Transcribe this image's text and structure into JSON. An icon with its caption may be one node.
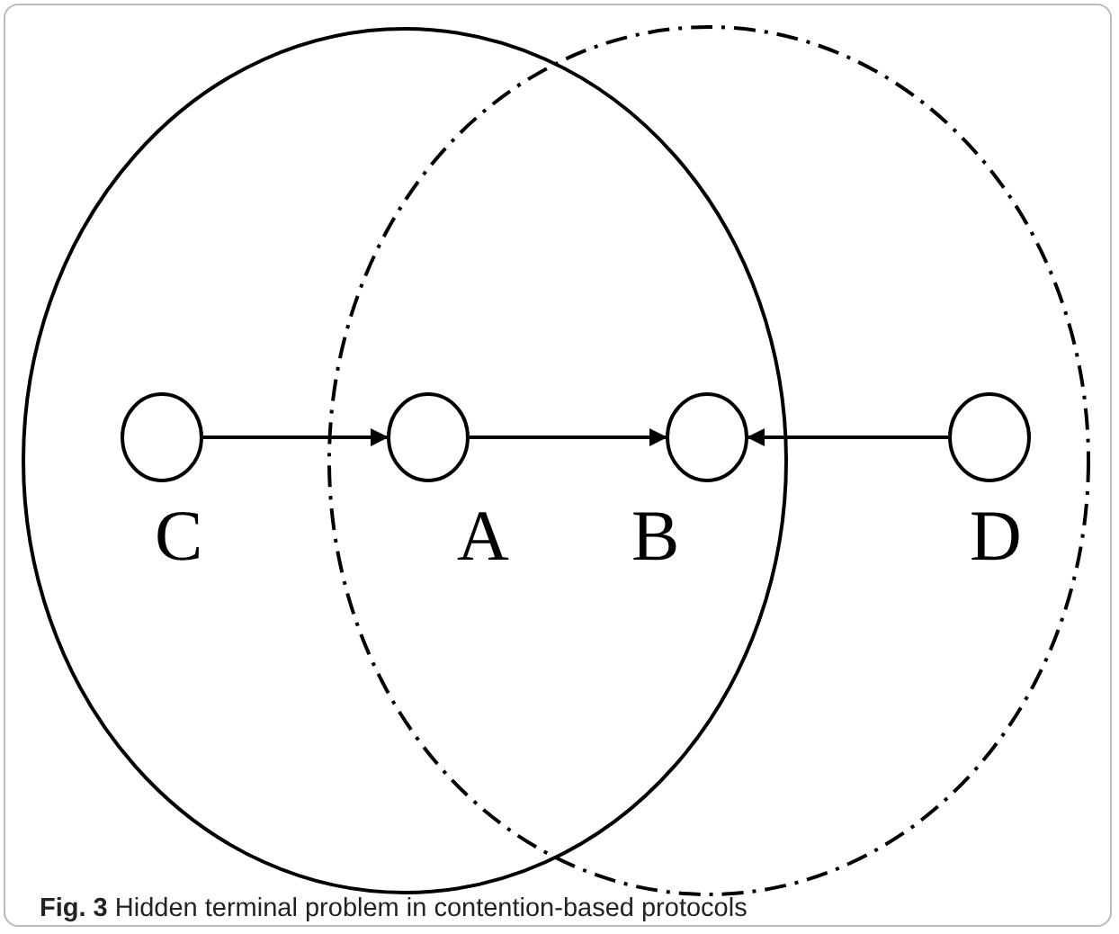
{
  "diagram": {
    "caption": "**Fig. 3** Hidden terminal problem in contention-based protocols",
    "nodes": [
      {
        "text": [],
        "shape": "circle",
        "beside": [
          "C"
        ]
      },
      {
        "text": [],
        "shape": "circle",
        "beside": [
          "A"
        ]
      },
      {
        "text": [],
        "shape": "circle",
        "beside": [
          "B"
        ]
      },
      {
        "text": [],
        "shape": "circle",
        "beside": [
          "D"
        ]
      }
    ],
    "edges": [
      {
        "from": 0,
        "to": 1,
        "arrow": "to"
      },
      {
        "from": 1,
        "to": 2,
        "arrow": "to"
      },
      {
        "from": 3,
        "to": 2,
        "arrow": "to"
      }
    ]
  }
}
